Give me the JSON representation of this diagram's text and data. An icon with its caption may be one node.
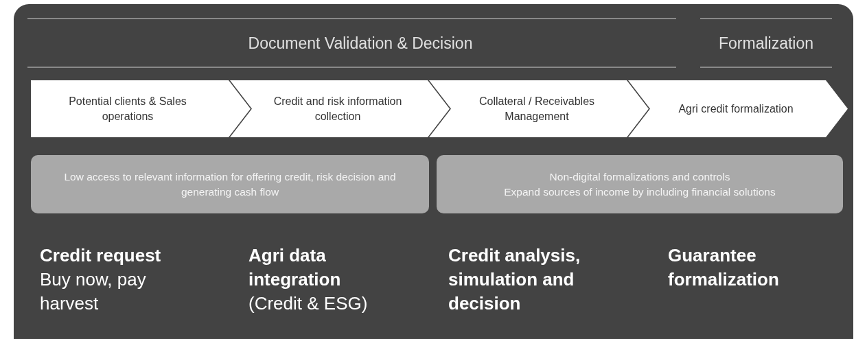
{
  "diagram": {
    "nodes": [
      {
        "text": [
          "Potential clients & Sales operations"
        ]
      },
      {
        "text": [
          "Credit and risk information collection"
        ]
      },
      {
        "text": [
          "Collateral / Receivables Management"
        ]
      },
      {
        "text": [
          "Agri credit formalization"
        ]
      },
      {
        "text": [
          "Low access to relevant information for offering credit, risk decision and generating cash flow"
        ]
      },
      {
        "text": [
          "Non-digital formalizations and controls",
          "Expand sources of income by including financial solutions"
        ]
      }
    ],
    "edges": [],
    "labels": [
      "Document Validation & Decision",
      "Formalization",
      "Credit request",
      "Buy now, pay harvest",
      "Agri data integration",
      "(Credit & ESG)",
      "Credit analysis, simulation and decision",
      "Guarantee formalization"
    ]
  }
}
